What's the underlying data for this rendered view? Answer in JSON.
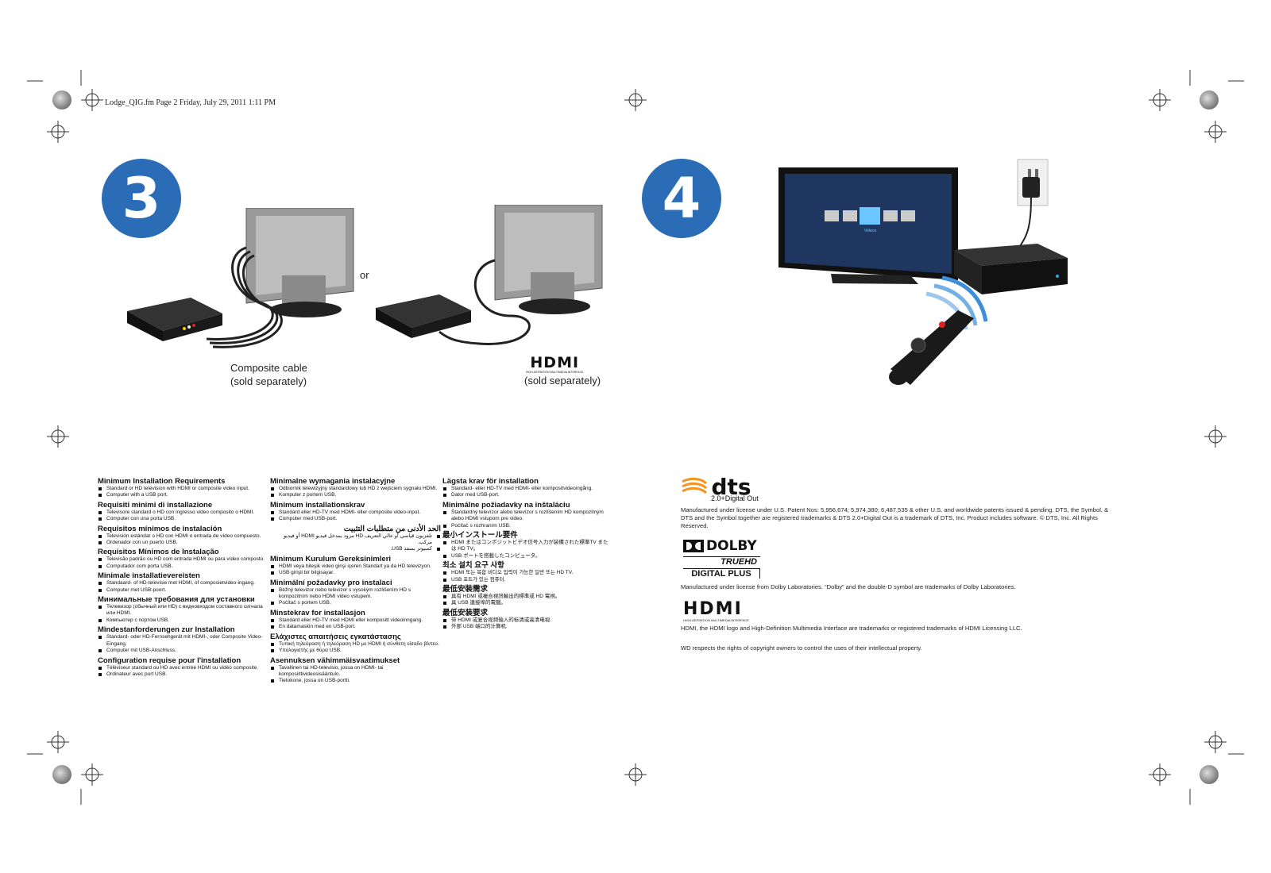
{
  "header": {
    "text": "Lodge_QIG.fm  Page 2  Friday, July 29, 2011  1:11 PM"
  },
  "steps": [
    {
      "number": "3"
    },
    {
      "number": "4"
    }
  ],
  "step3": {
    "or_label": "or",
    "composite_caption_1": "Composite cable",
    "composite_caption_2": "(sold separately)",
    "hdmi_caption": "(sold separately)",
    "hdmi_logo_text": "HDMI",
    "hdmi_logo_subtext": "HIGH-DEFINITION MULTIMEDIA INTERFACE"
  },
  "step4": {
    "tv_menu_label": "Videos"
  },
  "requirements": {
    "col1": [
      {
        "title": "Minimum Installation Requirements",
        "items": [
          "Standard or HD television with HDMI or composite video input.",
          "Computer with a USB port."
        ]
      },
      {
        "title": "Requisiti minimi di installazione",
        "items": [
          "Televisore standard o HD con ingresso video composito o HDMI.",
          "Computer con una porta USB."
        ]
      },
      {
        "title": "Requisitos mínimos de instalación",
        "items": [
          "Televisión estándar o HD con HDMI o entrada de vídeo compuesto.",
          "Ordenador con un puerto USB."
        ]
      },
      {
        "title": "Requisitos Mínimos de Instalação",
        "items": [
          "Televisão padrão ou HD com entrada HDMI ou para vídeo composto.",
          "Computador com porta USB."
        ]
      },
      {
        "title": "Minimale installatievereisten",
        "items": [
          "Standaard- of HD-televisie met HDMI, of composietvideo-ingang.",
          "Computer met USB-poort."
        ]
      },
      {
        "title": "Минимальные требования для установки",
        "items": [
          "Телевизор (обычный или HD) с видеовходом составного сигнала или HDMI.",
          "Компьютер с портом USB."
        ]
      },
      {
        "title": "Mindestanforderungen zur Installation",
        "items": [
          "Standard- oder HD-Fernsehgerät mit HDMI-, oder Composite Video-Eingang.",
          "Computer mit USB-Anschluss."
        ]
      },
      {
        "title": "Configuration requise pour l'installation",
        "items": [
          "Téléviseur standard ou HD avec entrée HDMI ou vidéo composite.",
          "Ordinateur avec port USB."
        ]
      }
    ],
    "col2": [
      {
        "title": "Minimalne wymagania instalacyjne",
        "items": [
          "Odbiornik telewizyjny standardowy lub HD z wejściem sygnału HDMI.",
          "Komputer z portem USB."
        ]
      },
      {
        "title": "Minimum installationskrav",
        "items": [
          "Standard eller HD-TV med HDMI- eller composite video-input.",
          "Computer med USB-port."
        ]
      },
      {
        "title": "الحد الأدنى من متطلبات التثبيت",
        "items": [
          "تلفزيون قياسي أو عالي التعريف HD مزود بمدخل فيديو HDMI أو فيديو مركب.",
          "كمبيوتر بمنفذ USB."
        ],
        "rtl": true
      },
      {
        "title": "Minimum Kurulum Gereksinimleri",
        "items": [
          "HDMI veya bileşik video girişi içeren Standart ya da HD televizyon.",
          "USB girişli bir bilgisayar."
        ]
      },
      {
        "title": "Minimální požadavky pro instalaci",
        "items": [
          "Běžný televizor nebo televizor s vysokým rozlišením HD s kompozitním nebo HDMI video vstupem.",
          "Počítač s portem USB."
        ]
      },
      {
        "title": "Minstekrav for installasjon",
        "items": [
          "Standard eller HD-TV med HDMI eller kompositt videoinngang.",
          "En datamaskin med en USB-port."
        ]
      },
      {
        "title": "Ελάχιστες απαιτήσεις εγκατάστασης",
        "items": [
          "Τυπική τηλεόραση ή τηλεόραση HD με HDMI ή σύνθετη είσοδο βίντεο.",
          "Υπολογιστής με θύρα USB."
        ]
      },
      {
        "title": "Asennuksen vähimmäisvaatimukset",
        "items": [
          "Tavallinen tai HD-televisio, jossa on HDMI- tai komposiittivideosisääntulo.",
          "Tietokone, jossa on USB-portti."
        ]
      }
    ],
    "col3": [
      {
        "title": "Lägsta krav för installation",
        "items": [
          "Standard- eller HD-TV med HDMI- eller kompositvideoingång.",
          "Dator med USB-port."
        ]
      },
      {
        "title": "Minimálne požiadavky na inštaláciu",
        "items": [
          "Štandardný televízor alebo televízor s rozlíšením HD kompozitným alebo HDMI vstupom pre video.",
          "Počítač s rozhraním USB."
        ]
      },
      {
        "title": "最小インストール要件",
        "items": [
          "HDMI またはコンポジットビデオ信号入力が装備された標準TV または HD TV。",
          "USB ポートを搭載したコンピュータ。"
        ]
      },
      {
        "title": "최소 설치 요구 사항",
        "items": [
          "HDMI 또는 복합 비디오 입력이 가능한 일반 또는 HD TV.",
          "USB 포트가 있는 컴퓨터."
        ]
      },
      {
        "title": "最低安裝需求",
        "items": [
          "具有 HDMI 或複合視訊輸出的標準或 HD 電視。",
          "具 USB 連接埠的電腦。"
        ]
      },
      {
        "title": "最低安装要求",
        "items": [
          "带 HDMI 或复合视频输入的标清或高清电视.",
          "外部 USB 端口的计算机."
        ]
      }
    ]
  },
  "legal": {
    "dts_logo": "dts",
    "dts_sub": "2.0+Digital Out",
    "dts_text": "Manufactured under license under U.S. Patent Nos: 5,956,674; 5,974,380; 6,487,535 & other U.S. and worldwide patents issued & pending. DTS, the Symbol, & DTS and the Symbol together are registered trademarks & DTS 2.0+Digital Out is a trademark of DTS, Inc. Product includes software. © DTS, Inc. All Rights Reserved.",
    "dolby_logo": "DOLBY",
    "dolby_truehd": "TRUEHD",
    "dolby_digital_plus": "DIGITAL PLUS",
    "dolby_text": "Manufactured under license from Dolby Laboratories. “Dolby” and the double-D symbol are trademarks of Dolby Laboratories.",
    "hdmi_logo": "HDMI",
    "hdmi_logo_sub": "HIGH-DEFINITION MULTIMEDIA INTERFACE",
    "hdmi_text": "HDMI, the HDMI logo and High-Definition Multimedia Interface are trademarks or registered trademarks of HDMI Licensing LLC.",
    "wd_text": "WD respects the rights of copyright owners to control the uses of their intellectual property."
  }
}
